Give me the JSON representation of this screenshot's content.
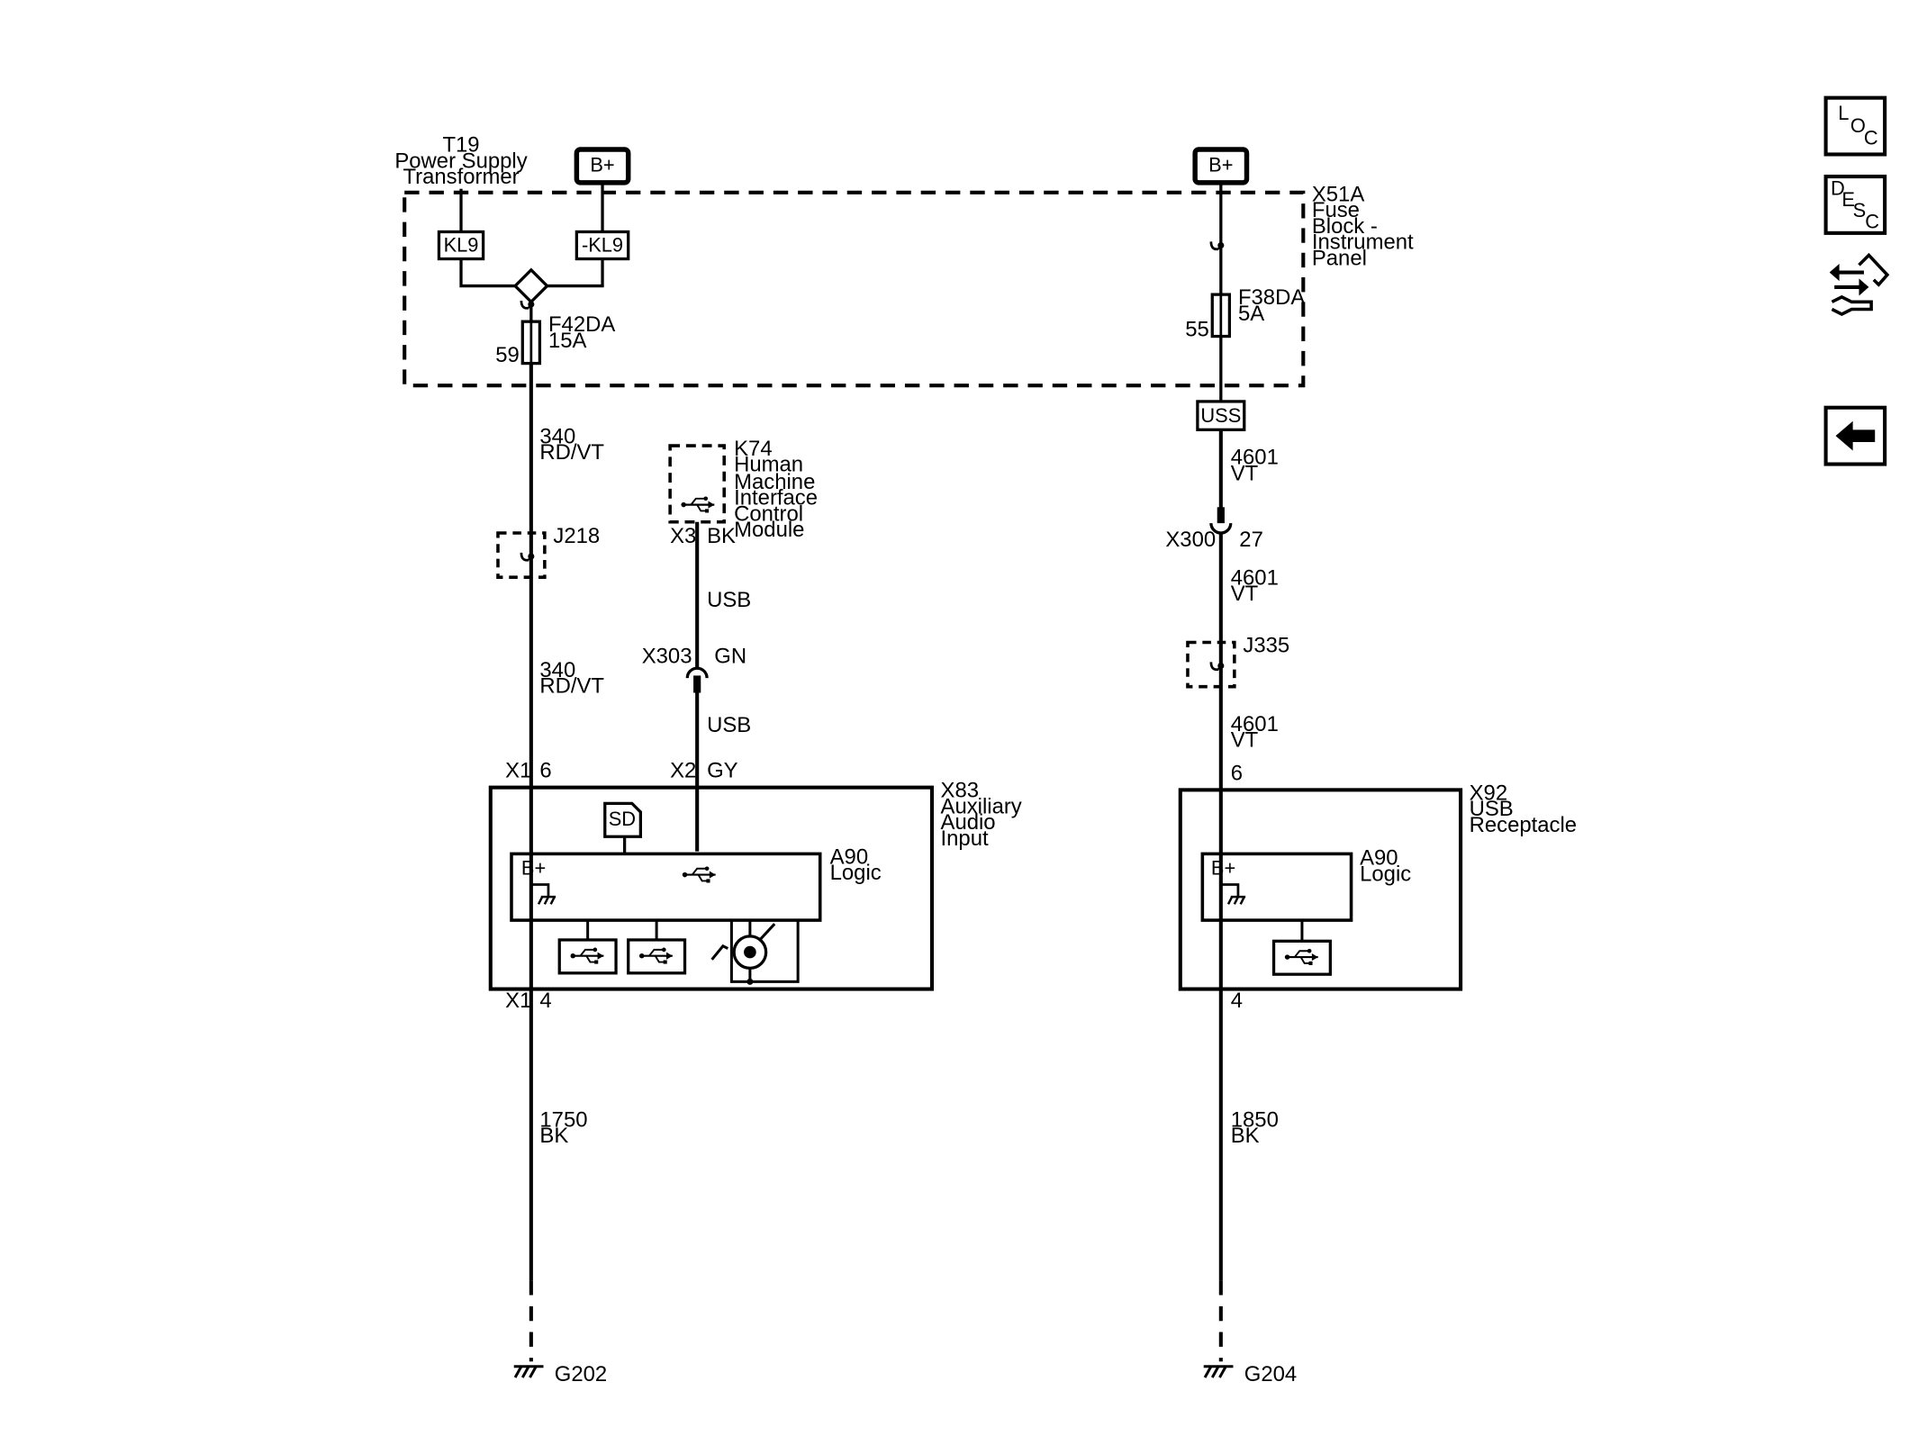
{
  "nav": {
    "loc_letters": [
      "L",
      "O",
      "C"
    ],
    "desc_letters": [
      "D",
      "E",
      "S",
      "C"
    ]
  },
  "power": {
    "left_bplus": "B+",
    "right_bplus": "B+",
    "t19_lines": [
      "T19",
      "Power Supply",
      "Transformer"
    ],
    "kl9": "KL9",
    "neg_kl9": "-KL9"
  },
  "fuse_block": {
    "label_lines": [
      "X51A",
      "Fuse",
      "Block -",
      "Instrument",
      "Panel"
    ],
    "f42": {
      "lines": [
        "F42DA",
        "15A"
      ],
      "pin": "59"
    },
    "f38": {
      "lines": [
        "F38DA",
        "5A"
      ],
      "pin": "55"
    },
    "uss": "USS"
  },
  "left_circuit": {
    "wire1_lines": [
      "340",
      "RD/VT"
    ],
    "splice": "J218",
    "wire2_lines": [
      "340",
      "RD/VT"
    ],
    "top_conn": "X1",
    "top_pin": "6",
    "bot_conn": "X1",
    "bot_pin": "4",
    "gnd_wire_lines": [
      "1750",
      "BK"
    ],
    "ground": "G202"
  },
  "middle_circuit": {
    "k74_lines": [
      "K74",
      "Human",
      "Machine",
      "Interface",
      "Control",
      "Module"
    ],
    "conn_x3": "X3",
    "color_bk": "BK",
    "usb1": "USB",
    "x303": "X303",
    "color_gn": "GN",
    "usb2": "USB",
    "conn_x2": "X2",
    "color_gy": "GY"
  },
  "right_circuit": {
    "wire1_lines": [
      "4601",
      "VT"
    ],
    "x300": "X300",
    "x300_pin": "27",
    "wire2_lines": [
      "4601",
      "VT"
    ],
    "splice": "J335",
    "wire3_lines": [
      "4601",
      "VT"
    ],
    "top_pin": "6",
    "bot_pin": "4",
    "gnd_wire_lines": [
      "1850",
      "BK"
    ],
    "ground": "G204"
  },
  "x83": {
    "label_lines": [
      "X83",
      "Auxiliary",
      "Audio",
      "Input"
    ],
    "sd": "SD",
    "logic_lines": [
      "A90",
      "Logic"
    ],
    "bplus": "B+"
  },
  "x92": {
    "label_lines": [
      "X92",
      "USB",
      "Receptacle"
    ],
    "logic_lines": [
      "A90",
      "Logic"
    ],
    "bplus": "B+"
  }
}
